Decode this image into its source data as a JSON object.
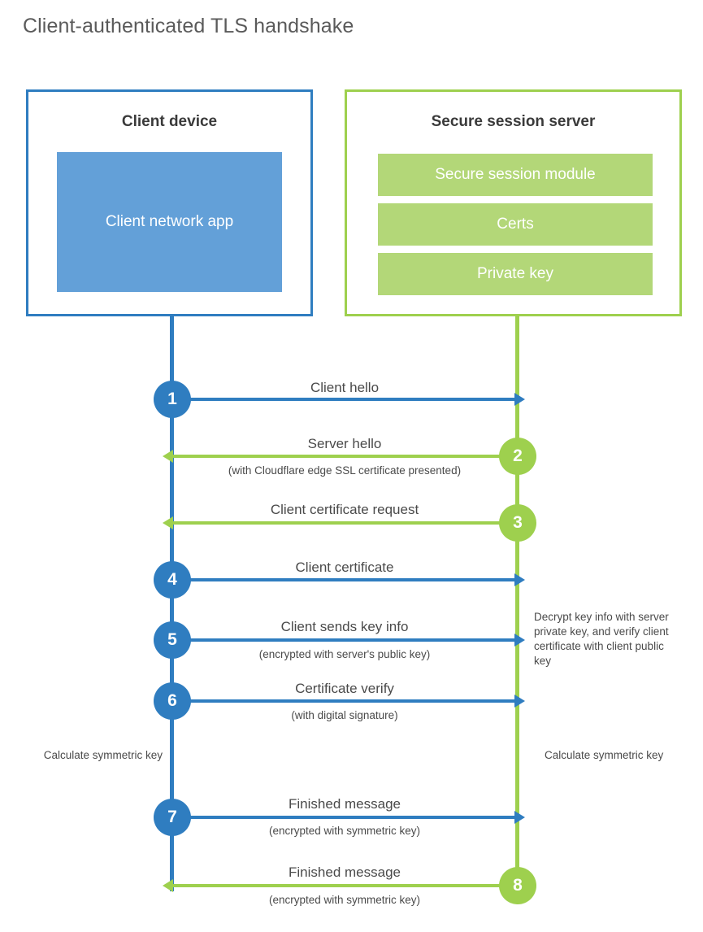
{
  "title": "Client-authenticated TLS handshake",
  "colors": {
    "client_blue": "#2f7dc0",
    "client_app_fill": "#63a0d8",
    "server_green": "#9ed04e",
    "server_bar_fill": "#b3d778",
    "text": "#4a4a4a"
  },
  "client_box": {
    "title": "Client device",
    "app_label": "Client network app"
  },
  "server_box": {
    "title": "Secure session server",
    "bars": [
      {
        "label": "Secure session module"
      },
      {
        "label": "Certs"
      },
      {
        "label": "Private key"
      }
    ]
  },
  "steps": [
    {
      "number": "1",
      "label": "Client hello",
      "sub": "",
      "direction": "client-to-server",
      "color": "blue"
    },
    {
      "number": "2",
      "label": "Server hello",
      "sub": "(with Cloudflare edge SSL certificate presented)",
      "direction": "server-to-client",
      "color": "green"
    },
    {
      "number": "3",
      "label": "Client certificate request",
      "sub": "",
      "direction": "server-to-client",
      "color": "green"
    },
    {
      "number": "4",
      "label": "Client certificate",
      "sub": "",
      "direction": "client-to-server",
      "color": "blue"
    },
    {
      "number": "5",
      "label": "Client sends key info",
      "sub": "(encrypted with server's public key)",
      "direction": "client-to-server",
      "color": "blue"
    },
    {
      "number": "6",
      "label": "Certificate verify",
      "sub": "(with digital signature)",
      "direction": "client-to-server",
      "color": "blue"
    },
    {
      "number": "7",
      "label": "Finished message",
      "sub": "(encrypted with symmetric key)",
      "direction": "client-to-server",
      "color": "blue"
    },
    {
      "number": "8",
      "label": "Finished message",
      "sub": "(encrypted with symmetric key)",
      "direction": "server-to-client",
      "color": "green"
    }
  ],
  "annotations": {
    "server_decrypt_note": "Decrypt key info with server private key, and verify client certificate with client public key",
    "client_calc_note": "Calculate symmetric key",
    "server_calc_note": "Calculate symmetric key"
  }
}
